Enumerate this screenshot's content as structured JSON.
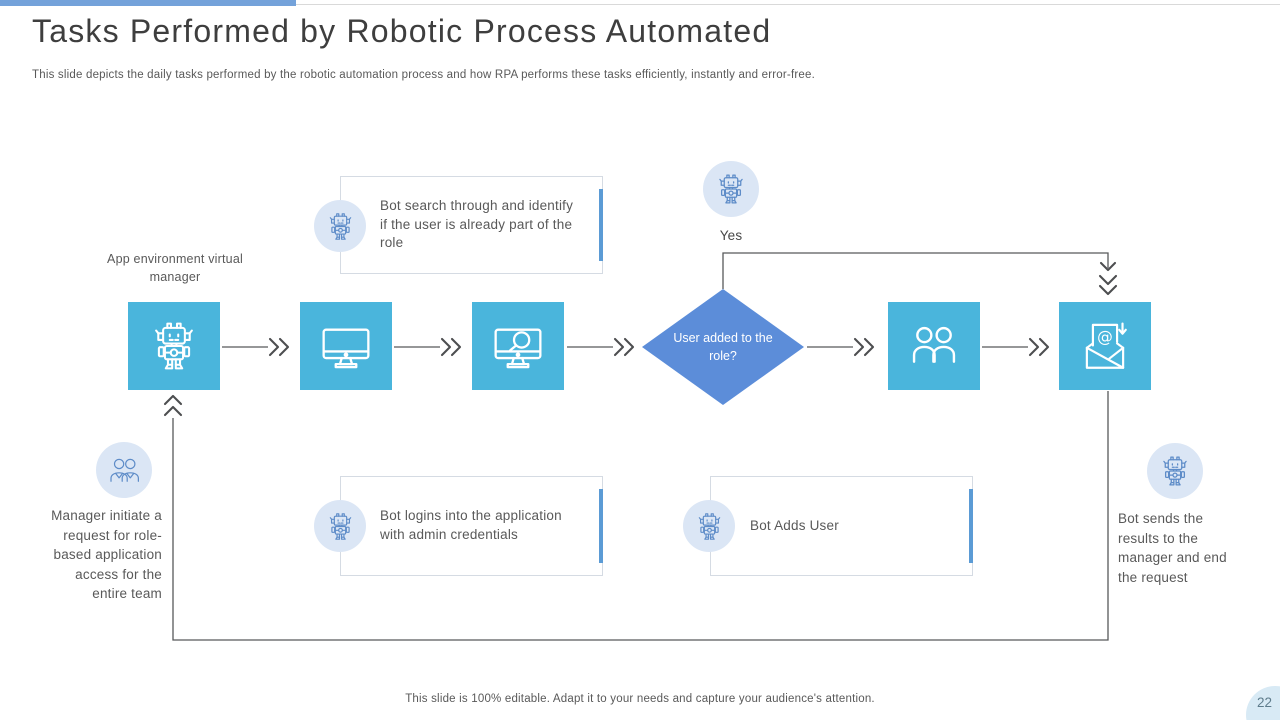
{
  "slide": {
    "title": "Tasks Performed by Robotic Process Automated",
    "subtitle": "This slide depicts the daily tasks performed by the robotic automation process and how RPA performs these tasks efficiently, instantly and error-free.",
    "footer": "This slide is 100% editable. Adapt it to your needs and capture your audience's attention.",
    "page_number": "22"
  },
  "flow": {
    "step1_label": "App environment virtual manager",
    "decision_label": "User added to the role?",
    "yes_label": "Yes"
  },
  "callouts": {
    "search": "Bot search through and identify if the user is already part of the role",
    "login": "Bot logins into the application with admin credentials",
    "add_user": "Bot Adds User",
    "manager_request": "Manager initiate a  request for role-based application access for the entire team",
    "bot_sends": "Bot sends the results to the manager and end the request"
  },
  "icons": {
    "step1": "robot-icon",
    "step2": "monitor-icon",
    "step3": "monitor-search-icon",
    "step4": "users-icon",
    "step5": "email-icon",
    "annotation": "robot-icon",
    "manager": "people-icon"
  },
  "colors": {
    "square": "#4AB5DC",
    "diamond": "#5C8DD9",
    "circle_bg": "#DBE6F5",
    "icon_blue": "#5E8CC8",
    "accent": "#5B9BD5",
    "topbar": "#74A2DA",
    "badge_bg": "#D8EAF5",
    "badge_text": "#5E7C8C"
  }
}
